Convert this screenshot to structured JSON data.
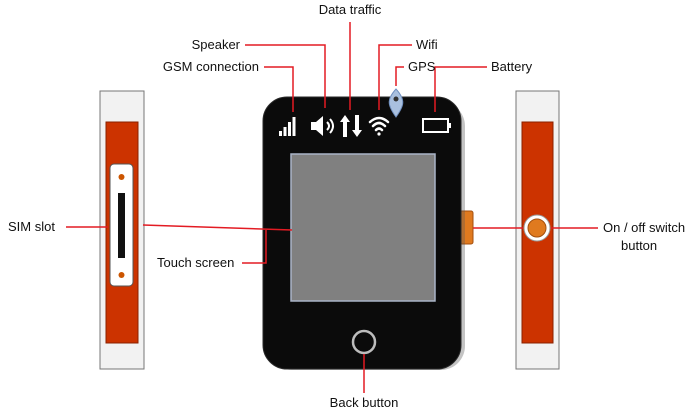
{
  "colors": {
    "leader": "#e31b23",
    "device_body": "#0b0b0b",
    "screen": "#808080",
    "screen_border": "#aab4c8",
    "side_panel": "#cc3300",
    "side_frame": "#f2f2f2",
    "switch": "#e07a1f",
    "icon": "#ffffff",
    "gps_pin": "#a9c0df"
  },
  "icons": [
    "signal-bars-icon",
    "speaker-icon",
    "data-arrows-icon",
    "wifi-icon",
    "gps-pin-icon",
    "battery-icon",
    "back-button-icon"
  ],
  "labels": {
    "data_traffic": "Data traffic",
    "speaker": "Speaker",
    "wifi": "Wifi",
    "gps": "GPS",
    "gsm": "GSM connection",
    "battery": "Battery",
    "sim_slot": "SIM slot",
    "touch_screen": "Touch screen",
    "on_off_line1": "On / off switch",
    "on_off_line2": "button",
    "back_button": "Back button"
  }
}
